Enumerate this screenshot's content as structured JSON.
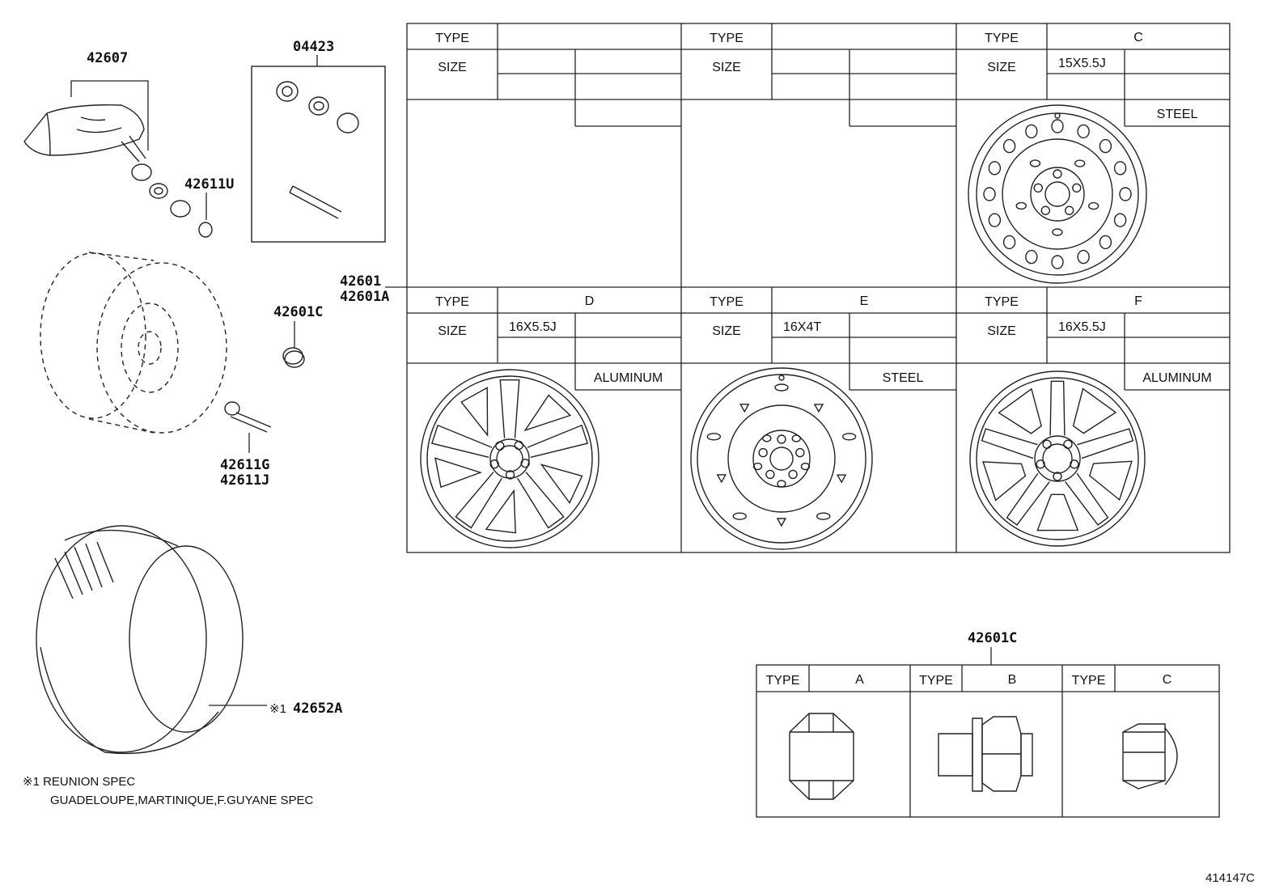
{
  "part_labels": {
    "sensor": "42607",
    "valve_kit": "04423",
    "cap": "42611U",
    "wheel_1": "42601",
    "wheel_2": "42601A",
    "nut": "42601C",
    "valve_1": "42611G",
    "valve_2": "42611J",
    "tire_mark": "※1",
    "tire": "42652A",
    "nut_table_title": "42601C",
    "catalog_code": "414147C"
  },
  "notes": {
    "line1": "※1 REUNION SPEC",
    "line2": "GUADELOUPE,MARTINIQUE,F.GUYANE SPEC"
  },
  "wheel_table": {
    "type_label": "TYPE",
    "size_label": "SIZE",
    "cells": [
      {
        "type": "",
        "size": "",
        "material": ""
      },
      {
        "type": "",
        "size": "",
        "material": ""
      },
      {
        "type": "C",
        "size": "15X5.5J",
        "material": "STEEL"
      },
      {
        "type": "D",
        "size": "16X5.5J",
        "material": "ALUMINUM"
      },
      {
        "type": "E",
        "size": "16X4T",
        "material": "STEEL"
      },
      {
        "type": "F",
        "size": "16X5.5J",
        "material": "ALUMINUM"
      }
    ]
  },
  "nut_table": {
    "type_label": "TYPE",
    "cells": [
      {
        "type": "A"
      },
      {
        "type": "B"
      },
      {
        "type": "C"
      }
    ]
  }
}
